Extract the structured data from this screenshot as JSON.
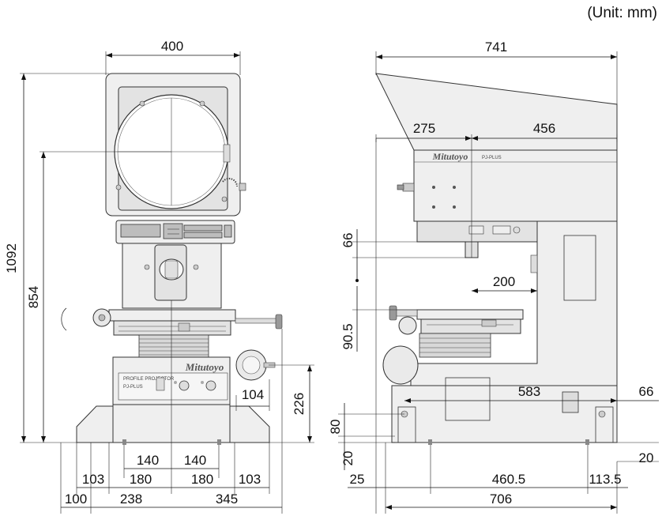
{
  "unit_label": "(Unit: mm)",
  "front_view": {
    "width_top": "400",
    "height_total": "1092",
    "height_screen": "854",
    "handle_offset": "104",
    "base_height": "226",
    "foot_140_left": "140",
    "foot_140_right": "140",
    "base_103_left": "103",
    "base_180_left": "180",
    "base_180_right": "180",
    "base_103_right": "103",
    "base_100": "100",
    "base_238": "238",
    "base_345": "345",
    "brand": "Mitutoyo",
    "panel_title": "PROFILE PROJECTOR",
    "model": "PJ-PLUS"
  },
  "side_view": {
    "depth_total": "741",
    "depth_275": "275",
    "depth_456": "456",
    "lens_66": "66",
    "reach_200": "200",
    "stage_90_5": "90.5",
    "base_583": "583",
    "right_66": "66",
    "foot_80": "80",
    "foot_20_left": "20",
    "foot_20_right": "20",
    "base_25": "25",
    "base_460_5": "460.5",
    "base_113_5": "113.5",
    "base_706": "706",
    "brand": "Mitutoyo",
    "model": "PJ-PLUS"
  }
}
